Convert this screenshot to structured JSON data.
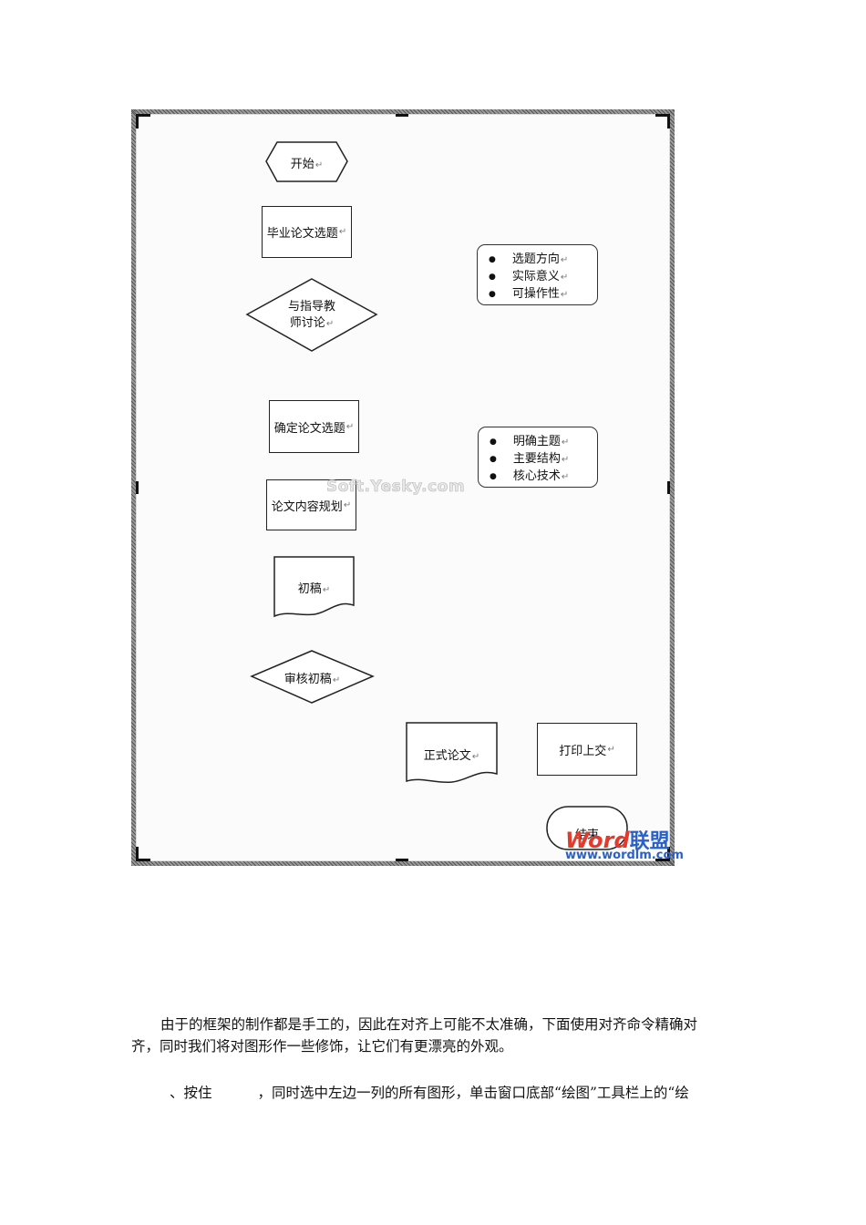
{
  "flowchart": {
    "start": "开始",
    "topic_selection": "毕业论文选题",
    "discuss_line1": "与指导教",
    "discuss_line2": "师讨论",
    "confirm_topic": "确定论文选题",
    "content_plan": "论文内容规划",
    "draft": "初稿",
    "review_draft": "审核初稿",
    "formal_paper": "正式论文",
    "print_submit": "打印上交",
    "end": "结束",
    "notes_topic": [
      "选题方向",
      "实际意义",
      "可操作性"
    ],
    "notes_content": [
      "明确主题",
      "主要结构",
      "核心技术"
    ],
    "return_mark": "↵"
  },
  "watermarks": {
    "center": "Soft.Yesky.com",
    "brand_word": "Word",
    "brand_cn": "联盟",
    "brand_url": "www.wordlm.com"
  },
  "body_text": {
    "para1_line1": "由于的框架的制作都是手工的，因此在对齐上可能不太准确，下面使用对齐命令精确对",
    "para1_line2": "齐，同时我们将对图形作一些修饰，让它们有更漂亮的外观。",
    "para2_prefix": "、按住",
    "para2_rest": "，同时选中左边一列的所有图形，单击窗口底部“绘图”工具栏上的“绘"
  }
}
